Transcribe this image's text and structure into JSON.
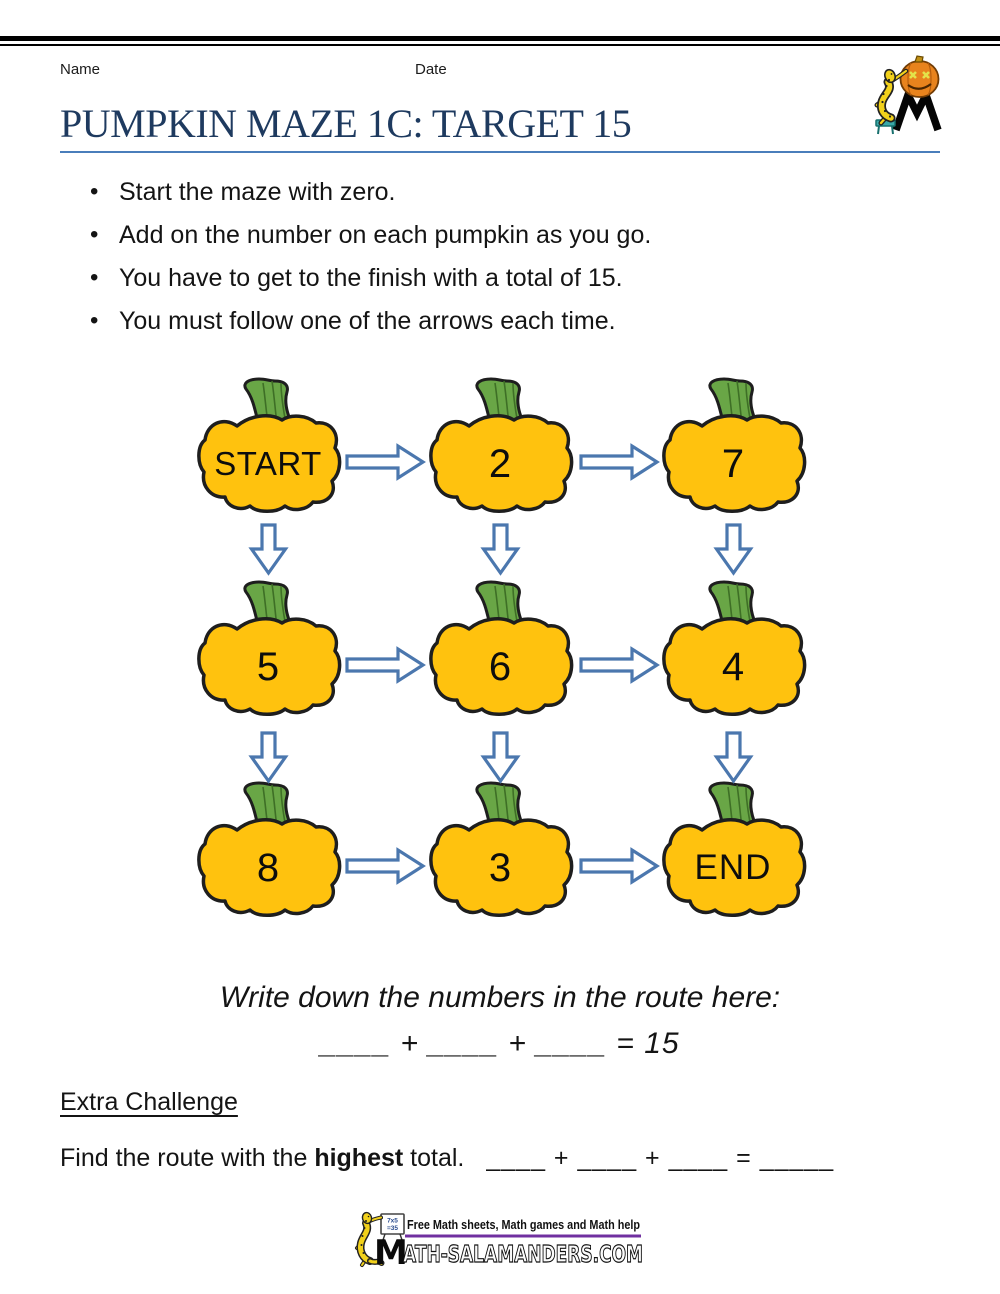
{
  "header": {
    "name_label": "Name",
    "date_label": "Date",
    "title": "PUMPKIN MAZE 1C: TARGET 15"
  },
  "instructions": [
    "Start the maze with zero.",
    "Add on the number on each pumpkin as you go.",
    "You have to get to the finish with a total of 15.",
    "You must follow one of the arrows each time."
  ],
  "maze": {
    "grid": [
      [
        "START",
        "2",
        "7"
      ],
      [
        "5",
        "6",
        "4"
      ],
      [
        "8",
        "3",
        "END"
      ]
    ],
    "pumpkin_color": "#ffc20e",
    "stem_color": "#69a646",
    "arrow_color": "#4b77ae",
    "icons": {
      "right_arrow": "right-arrow-icon",
      "down_arrow": "down-arrow-icon",
      "pumpkin": "pumpkin-icon"
    }
  },
  "route": {
    "prompt": "Write down the numbers in the route here:",
    "equation": "____ + ____ + ____ = 15"
  },
  "extra_challenge": {
    "heading": "Extra Challenge",
    "text_before": "Find the route with the ",
    "bold_word": "highest",
    "text_after": " total.",
    "equation": "____ + ____ + ____ = _____"
  },
  "footer": {
    "tagline": "Free Math sheets, Math games and Math help",
    "board_line1": "7x5",
    "board_line2": "=35",
    "wordmark_m": "M",
    "wordmark_rest": "ATH-SALAMANDERS.COM",
    "accent_color": "#7030a0"
  },
  "colors": {
    "title_text": "#1e3a5f",
    "title_rule": "#4a7ebb",
    "body_text": "#141414"
  }
}
